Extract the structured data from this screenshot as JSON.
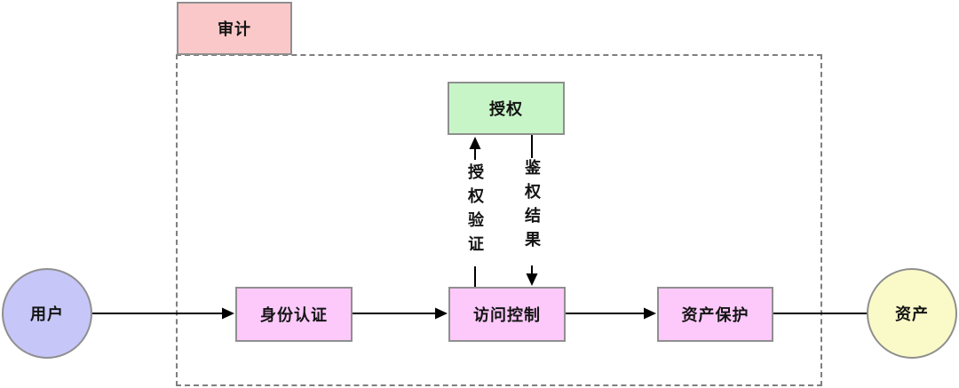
{
  "diagram": {
    "boundary": {
      "label": "审计",
      "fill": "#fac8c8"
    },
    "nodes": {
      "authorization": {
        "label": "授权",
        "fill": "#c8f5c8"
      },
      "identity_auth": {
        "label": "身份认证",
        "fill": "#fcc9fa"
      },
      "access_control": {
        "label": "访问控制",
        "fill": "#fcc9fa"
      },
      "asset_protection": {
        "label": "资产保护",
        "fill": "#fcc9fa"
      }
    },
    "terminals": {
      "user": {
        "label": "用户",
        "fill": "#c6c6f8"
      },
      "asset": {
        "label": "资产",
        "fill": "#fafac8"
      }
    },
    "edge_labels": {
      "authz_verify": "授权验证",
      "authz_result": "鉴权结果"
    },
    "colors": {
      "node_border": "#8f8f8f",
      "dashed_border": "#7f7f7f",
      "connector": "#000000",
      "text": "#141414",
      "background": "#ffffff"
    }
  }
}
